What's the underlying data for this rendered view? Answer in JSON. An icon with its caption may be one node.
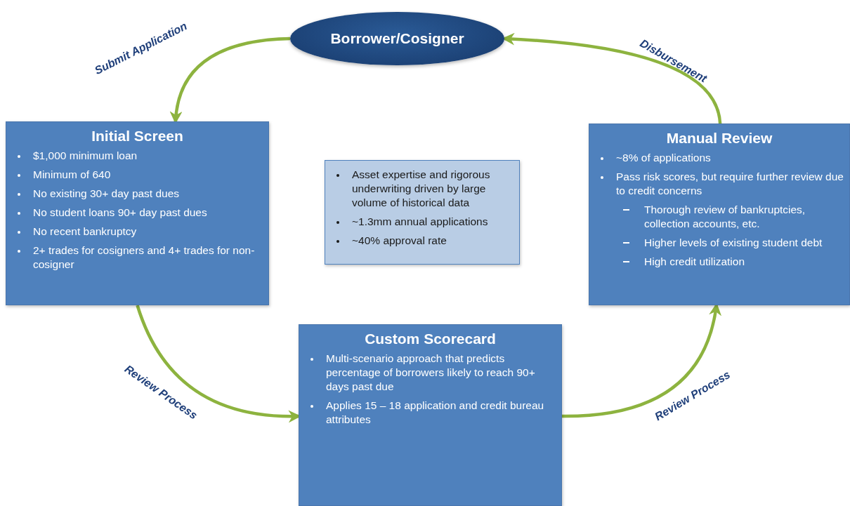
{
  "diagram": {
    "nodes": [
      {
        "text": [
          "Borrower/Cosigner"
        ]
      },
      {
        "text": [
          "Initial Screen",
          "$1,000 minimum loan",
          "Minimum of 640",
          "No existing 30+ day past dues",
          "No student loans 90+ day past dues",
          "No recent bankruptcy",
          "2+ trades for cosigners and 4+ trades for non-cosigner"
        ]
      },
      {
        "text": [
          "Asset expertise and rigorous underwriting driven by large volume of historical data",
          "~1.3mm annual applications",
          "~40% approval rate"
        ]
      },
      {
        "text": [
          "Manual Review",
          "~8% of applications",
          "Pass risk scores, but require further review due to credit concerns",
          "Thorough review of bankruptcies, collection accounts, etc.",
          "Higher levels of existing student debt",
          "High credit utilization"
        ]
      },
      {
        "text": [
          "Custom Scorecard",
          "Multi-scenario approach that predicts percentage of borrowers likely to reach 90+ days past due",
          "Applies 15 – 18 application and credit bureau attributes"
        ]
      }
    ],
    "edges": [
      {
        "from": 0,
        "to": 1,
        "arrow": "to",
        "label": "Submit Application"
      },
      {
        "from": 1,
        "to": 4,
        "arrow": "to",
        "label": "Review Process"
      },
      {
        "from": 4,
        "to": 3,
        "arrow": "to",
        "label": "Review Process"
      },
      {
        "from": 3,
        "to": 0,
        "arrow": "to",
        "label": "Disbursement"
      }
    ]
  }
}
